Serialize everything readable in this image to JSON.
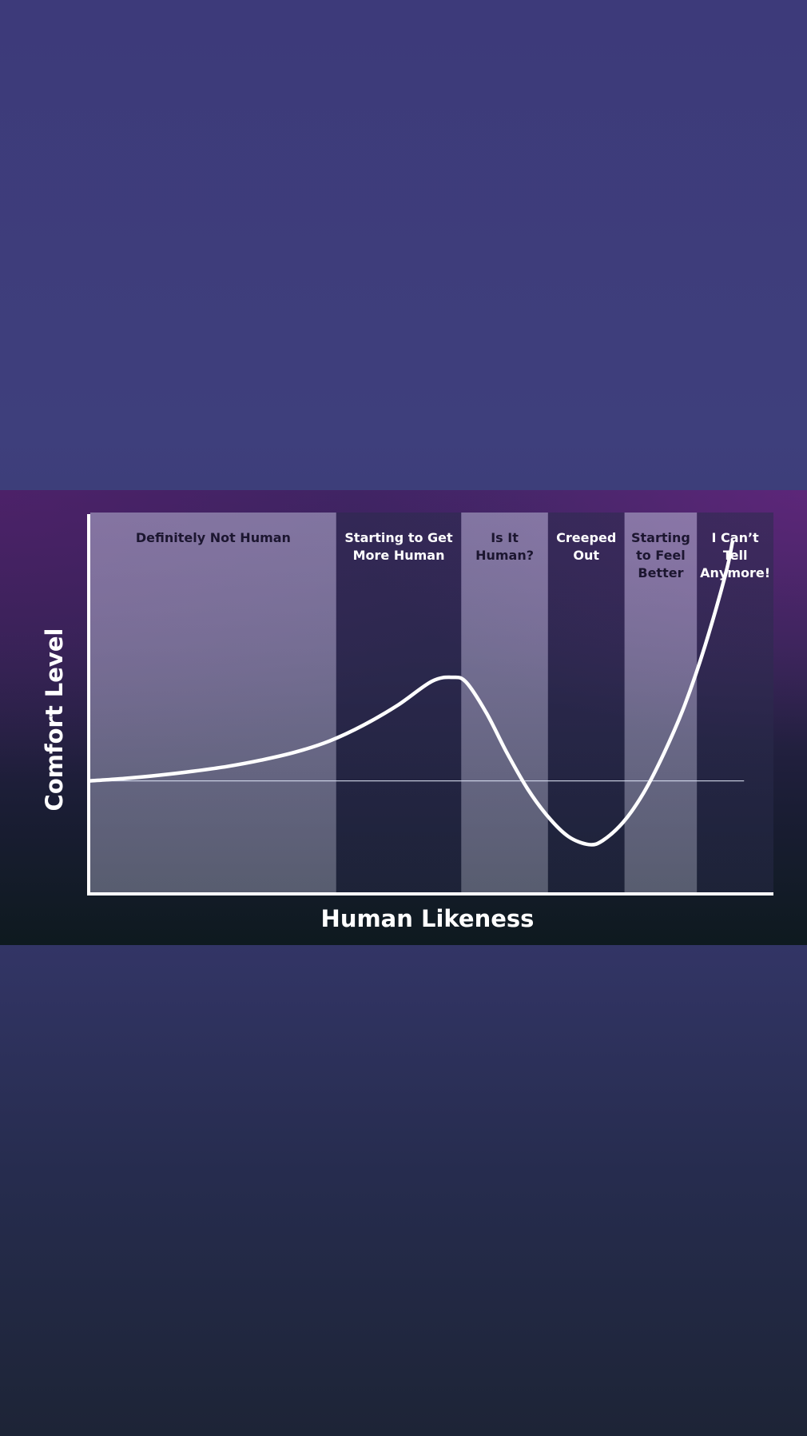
{
  "chart_data": {
    "type": "line",
    "title": "",
    "xlabel": "Human Likeness",
    "ylabel": "Comfort Level",
    "bands": [
      {
        "name": "band-definitely-not-human",
        "x0": 0,
        "x1": 36,
        "shade": "light",
        "label": [
          "Definitely Not Human"
        ],
        "label_color": "#1c1630"
      },
      {
        "name": "band-starting-to-get-more-human",
        "x0": 36,
        "x1": 54.3,
        "shade": "dark",
        "label": [
          "Starting to Get",
          "More Human"
        ],
        "label_color": "#ffffff"
      },
      {
        "name": "band-is-it-human",
        "x0": 54.3,
        "x1": 67,
        "shade": "light",
        "label": [
          "Is It",
          "Human?"
        ],
        "label_color": "#1c1630"
      },
      {
        "name": "band-creeped-out",
        "x0": 67,
        "x1": 78.2,
        "shade": "dark",
        "label": [
          "Creeped",
          "Out"
        ],
        "label_color": "#ffffff"
      },
      {
        "name": "band-starting-to-feel-better",
        "x0": 78.2,
        "x1": 88.8,
        "shade": "light",
        "label": [
          "Starting",
          "to Feel",
          "Better"
        ],
        "label_color": "#1c1630"
      },
      {
        "name": "band-i-cant-tell-anymore",
        "x0": 88.8,
        "x1": 100,
        "shade": "dark",
        "label": [
          "I Can’t",
          "Tell",
          "Anymore!"
        ],
        "label_color": "#ffffff"
      }
    ],
    "baseline_y": 0,
    "series": [
      {
        "x": [
          0,
          5,
          10,
          15,
          20,
          25,
          30,
          35,
          40,
          45,
          50,
          53,
          55,
          58,
          61,
          64,
          67,
          70,
          73,
          75,
          78,
          81,
          84,
          87,
          90,
          93,
          94
        ],
        "y": [
          0,
          3,
          7,
          12,
          18,
          26,
          36,
          50,
          70,
          95,
          125,
          130,
          124,
          85,
          35,
          -10,
          -45,
          -70,
          -80,
          -75,
          -52,
          -15,
          35,
          95,
          170,
          260,
          300
        ]
      }
    ],
    "xlim": [
      0,
      100
    ],
    "ylim": [
      -140,
      335
    ],
    "grid": false,
    "colors": {
      "light_band": "#b7b7d3",
      "dark_band": "#2a2c4c",
      "curve": "#ffffff",
      "axis": "#ffffff",
      "baseline": "#d9e0f2"
    }
  }
}
